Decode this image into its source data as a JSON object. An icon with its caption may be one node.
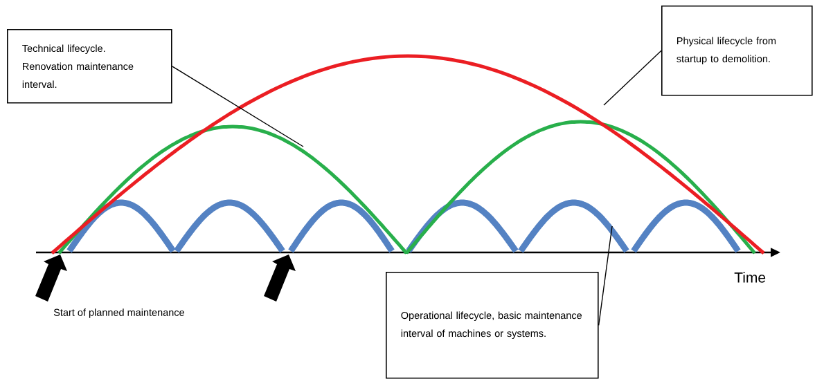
{
  "diagram": {
    "nodes": [
      {
        "text": [
          "Technical lifecycle. Renovation maintenance interval."
        ]
      },
      {
        "text": [
          "Physical lifecycle from startup to demolition."
        ]
      },
      {
        "text": [
          "Operational lifecycle, basic maintenance interval of machines or systems."
        ]
      }
    ],
    "edges": [
      {
        "from": 0,
        "to": null,
        "arrow": "none"
      },
      {
        "from": 1,
        "to": null,
        "arrow": "none"
      },
      {
        "from": 2,
        "to": null,
        "arrow": "none"
      }
    ],
    "labels": [
      "Start of planned maintenance",
      "Time"
    ]
  }
}
